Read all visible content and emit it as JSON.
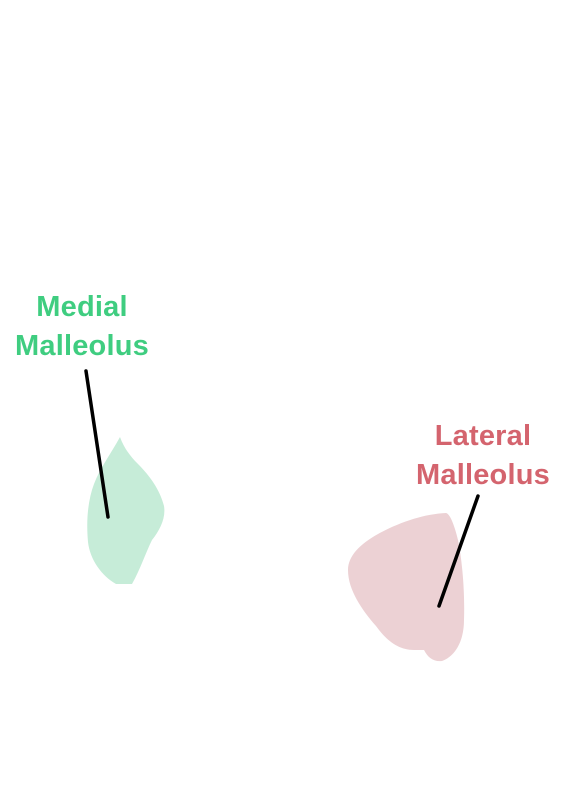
{
  "labels": {
    "medial": {
      "line1": "Medial",
      "line2": "Malleolus"
    },
    "lateral": {
      "line1": "Lateral",
      "line2": "Malleolus"
    }
  },
  "colors": {
    "medial_text": "#3fcd80",
    "medial_fill": "#c6ecd8",
    "lateral_text": "#d4646e",
    "lateral_fill": "#ecd1d4",
    "leader_line": "#000000"
  }
}
